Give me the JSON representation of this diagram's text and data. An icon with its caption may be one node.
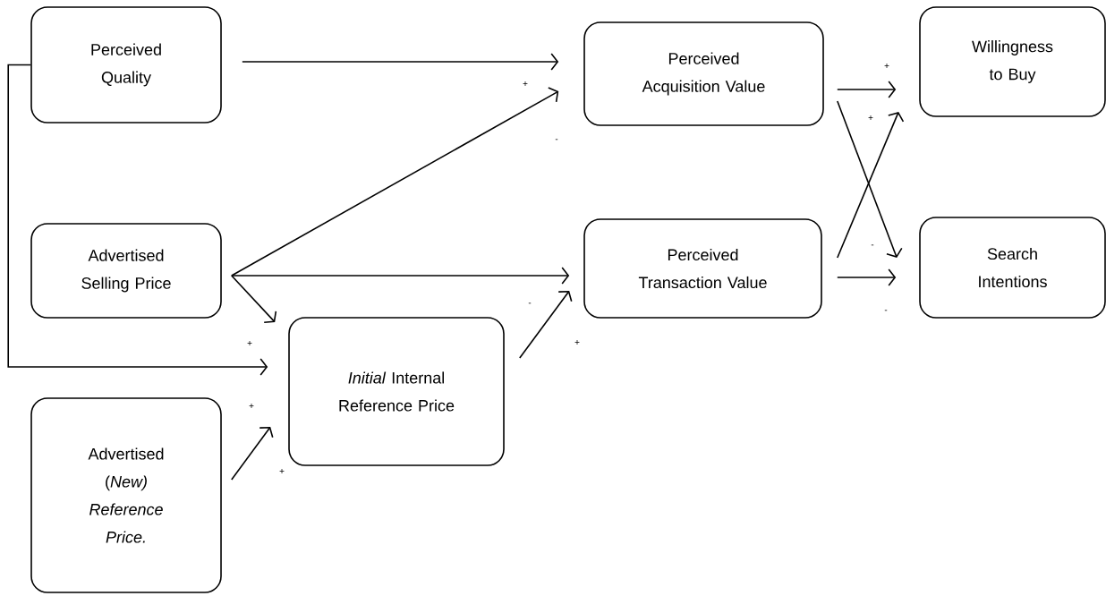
{
  "diagram": {
    "nodes": [
      {
        "text": [
          "Perceived Quality"
        ]
      },
      {
        "text": [
          "Perceived Acquisition Value"
        ]
      },
      {
        "text": [
          "Willingness to Buy"
        ]
      },
      {
        "text": [
          "Advertised Selling Price"
        ]
      },
      {
        "text": [
          "Perceived Transaction Value"
        ]
      },
      {
        "text": [
          "Search Intentions"
        ]
      },
      {
        "text": [
          "*Initial* Internal Reference Price"
        ]
      },
      {
        "text": [
          "Advertised (*New) Reference Price.*"
        ]
      }
    ],
    "edges": [
      {
        "from": 0,
        "to": 1,
        "arrow": "to"
      },
      {
        "from": 3,
        "to": 1,
        "arrow": "to"
      },
      {
        "from": 3,
        "to": 4,
        "arrow": "to"
      },
      {
        "from": 3,
        "to": 6,
        "arrow": "to"
      },
      {
        "from": 0,
        "to": 6,
        "arrow": "to"
      },
      {
        "from": 7,
        "to": 6,
        "arrow": "to"
      },
      {
        "from": 6,
        "to": 4,
        "arrow": "to"
      },
      {
        "from": 1,
        "to": 2,
        "arrow": "to"
      },
      {
        "from": 1,
        "to": 5,
        "arrow": "to"
      },
      {
        "from": 4,
        "to": 2,
        "arrow": "to"
      },
      {
        "from": 4,
        "to": 5,
        "arrow": "to"
      }
    ],
    "labels": [
      "+",
      "+",
      "+",
      "-",
      "-",
      "-",
      "-",
      "+",
      "+",
      "+",
      "+"
    ]
  }
}
